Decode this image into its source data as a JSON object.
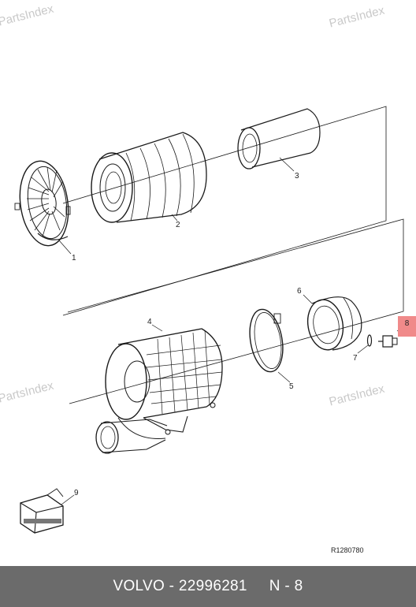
{
  "watermark": "PartsIndex",
  "callouts": {
    "c1": "1",
    "c2": "2",
    "c3": "3",
    "c4": "4",
    "c5": "5",
    "c6": "6",
    "c7": "7",
    "c8": "8",
    "c9": "9"
  },
  "highlighted_part": "8",
  "reference_code": "R1280780",
  "footer": {
    "brand": "VOLVO",
    "separator": " - ",
    "part_number": "22996281",
    "position": "N - 8"
  },
  "colors": {
    "footer_bg": "#6b6b6b",
    "highlight": "#f08a8a",
    "watermark": "#c9c9c9"
  }
}
